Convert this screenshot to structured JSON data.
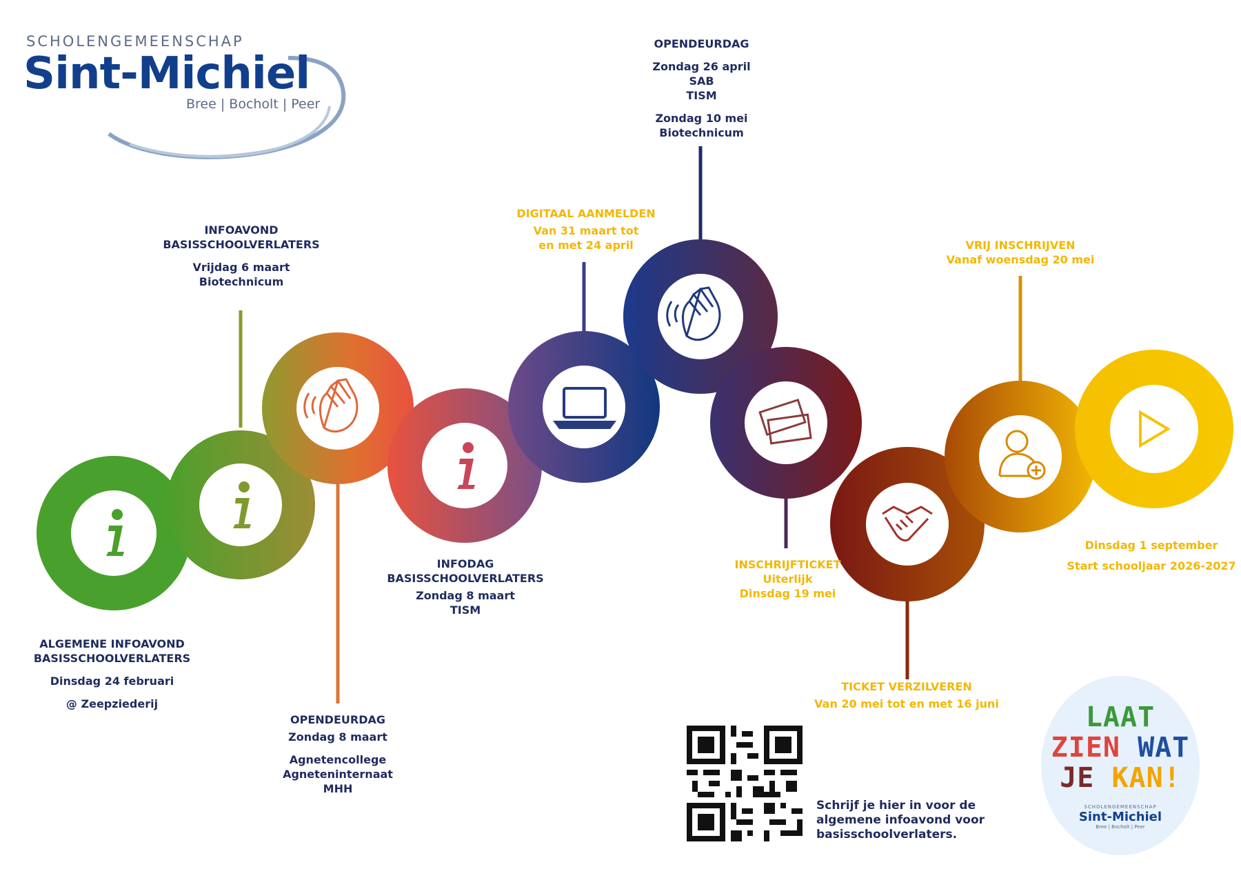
{
  "logo": {
    "prefix": "SCHOLENGEMEENSCHAP",
    "name": "Sint-Michiel",
    "locations": "Bree | Bocholt | Peer"
  },
  "steps": [
    {
      "icon": "info-icon",
      "title": "ALGEMENE INFOAVOND\nBASISSCHOOLVERLATERS",
      "lines": [
        "Dinsdag 24 februari",
        "@ Zeepziederij"
      ]
    },
    {
      "icon": "info-icon",
      "title": "INFOAVOND\nBASISSCHOOLVERLATERS",
      "lines": [
        "Vrijdag 6 maart\nBiotechnicum"
      ]
    },
    {
      "icon": "waving-hand-icon",
      "title": "OPENDEURDAG",
      "lines": [
        "Zondag 8 maart",
        "Agnetencollege\nAgneteninternaat\nMHH"
      ]
    },
    {
      "icon": "info-icon",
      "title": "INFODAG\nBASISSCHOOLVERLATERS",
      "lines": [
        "Zondag 8 maart\nTISM"
      ]
    },
    {
      "icon": "laptop-icon",
      "title": "DIGITAAL AANMELDEN",
      "lines": [
        "Van 31 maart tot\nen met 24 april"
      ]
    },
    {
      "icon": "waving-hand-icon",
      "title": "OPENDEURDAG",
      "lines": [
        "Zondag 26 april\nSAB\nTISM",
        "Zondag 10 mei\nBiotechnicum"
      ]
    },
    {
      "icon": "ticket-icon",
      "title": "INSCHRIJFTICKET",
      "lines": [
        "Uiterlijk\nDinsdag 19 mei"
      ]
    },
    {
      "icon": "handshake-icon",
      "title": "TICKET VERZILVEREN",
      "lines": [
        "Van 20 mei tot en met 16 juni"
      ]
    },
    {
      "icon": "add-user-icon",
      "title": "VRIJ INSCHRIJVEN",
      "lines": [
        "Vanaf woensdag 20 mei"
      ]
    },
    {
      "icon": "play-icon",
      "title": "",
      "lines": [
        "Dinsdag 1 september\nStart schooljaar 2026-2027"
      ]
    }
  ],
  "qr": {
    "caption": "Schrijf je hier in voor de\nalgemene infoavond voor\nbasisschoolverlaters."
  },
  "badge": {
    "line1": "LAAT",
    "line2a": "ZIEN",
    "line2b": "WAT",
    "line3a": "JE",
    "line3b": "KAN!",
    "org_prefix": "SCHOLENGEMEENSCHAP",
    "org_name": "Sint-Michiel",
    "org_locations": "Bree | Bocholt | Peer"
  },
  "colors": {
    "navy": "#1f2b5e",
    "gold": "#f2b705",
    "green": "#4aa02c",
    "orange": "#e05a3a",
    "blue": "#1f3b7a",
    "darkred": "#6e1a1a",
    "amber": "#d88a00",
    "yellow": "#f7c300"
  }
}
